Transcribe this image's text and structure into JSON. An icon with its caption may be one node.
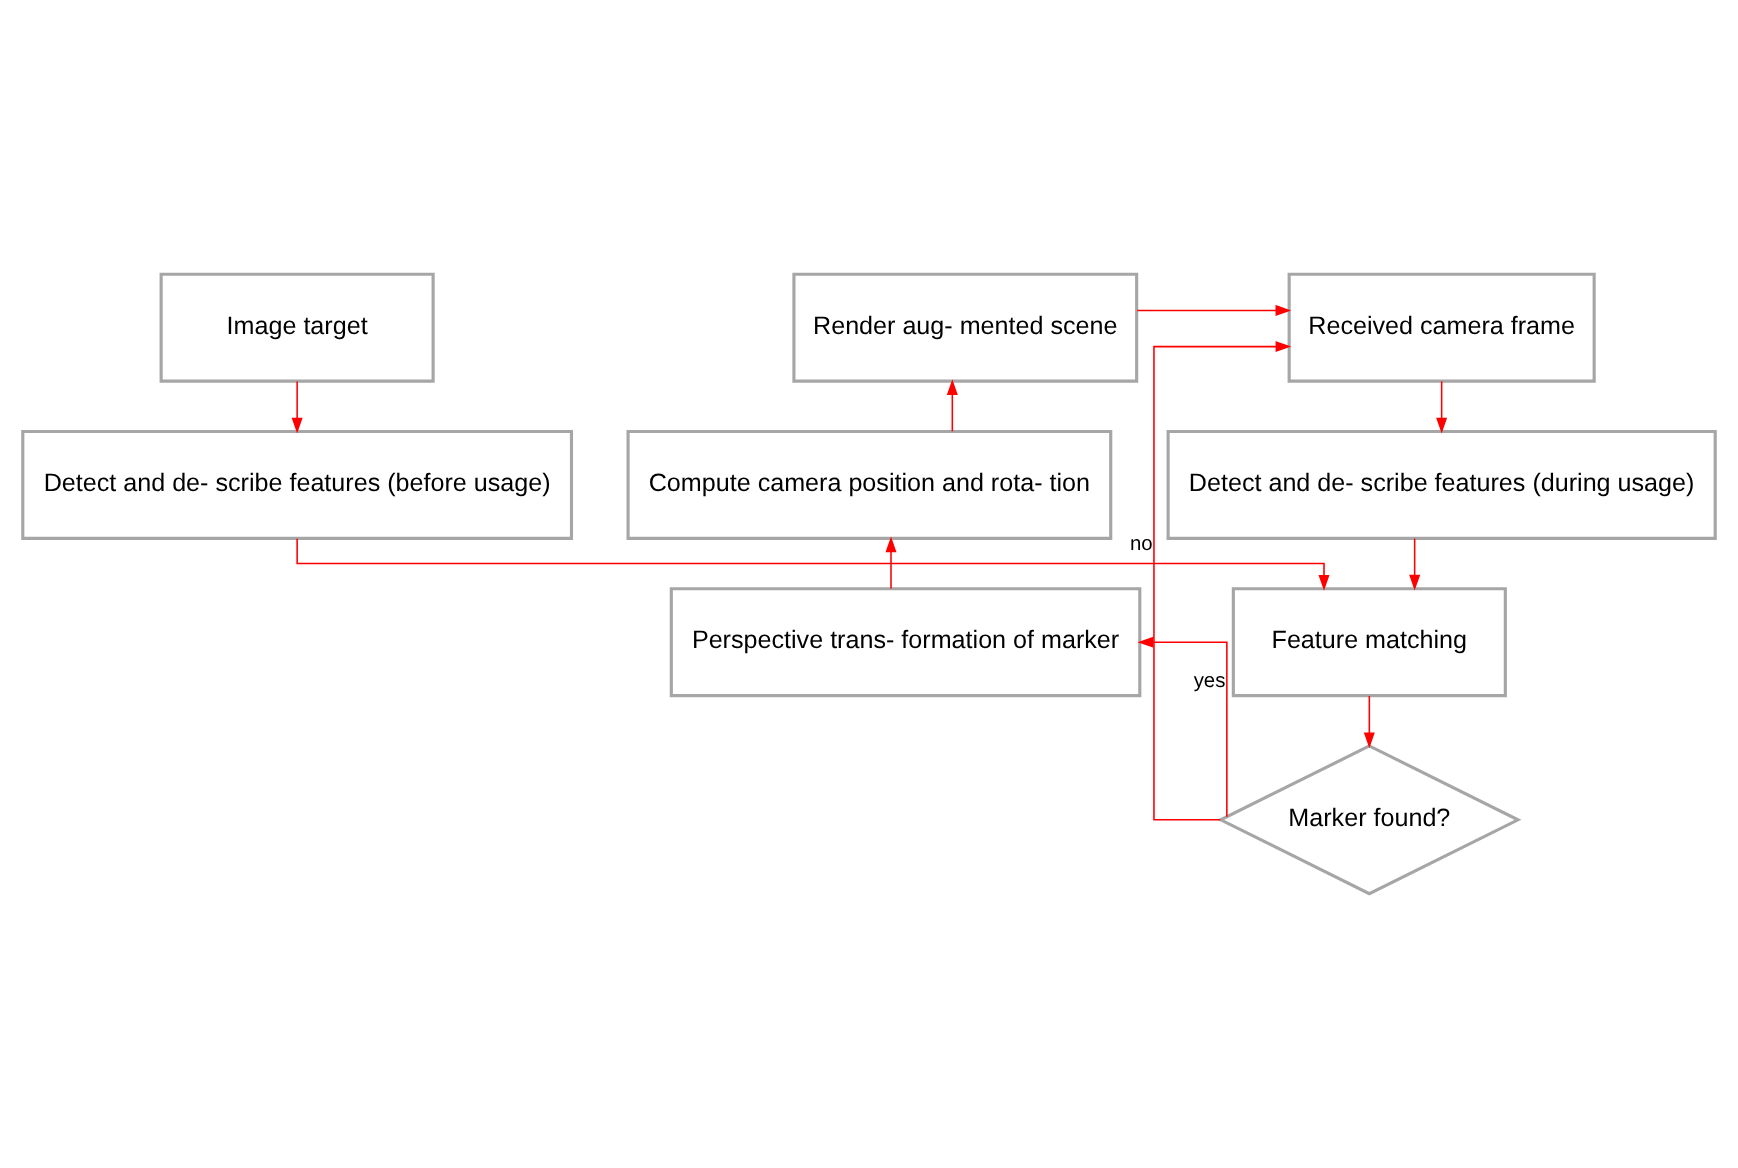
{
  "diagram": {
    "nodes": [
      {
        "text": [
          "Image target"
        ]
      },
      {
        "text": [
          "Received camera frame"
        ]
      },
      {
        "text": [
          "Render aug- mented scene"
        ]
      },
      {
        "text": [
          "Detect and de- scribe features (before usage)"
        ]
      },
      {
        "text": [
          "Detect and de- scribe features (during usage)"
        ]
      },
      {
        "text": [
          "Compute camera position and rota- tion"
        ]
      },
      {
        "text": [
          "Feature matching"
        ]
      },
      {
        "text": [
          "Perspective trans- formation of marker"
        ]
      },
      {
        "text": [
          "Marker found?"
        ]
      }
    ],
    "edges": [
      {
        "from": 0,
        "to": 3,
        "arrow": "to"
      },
      {
        "from": 3,
        "to": 6,
        "arrow": "to"
      },
      {
        "from": 1,
        "to": 4,
        "arrow": "to"
      },
      {
        "from": 4,
        "to": 6,
        "arrow": "to"
      },
      {
        "from": 6,
        "to": 8,
        "arrow": "to"
      },
      {
        "from": 8,
        "to": 1,
        "arrow": "to",
        "label": "no"
      },
      {
        "from": 8,
        "to": 7,
        "arrow": "to",
        "label": "yes"
      },
      {
        "from": 7,
        "to": 5,
        "arrow": "to"
      },
      {
        "from": 5,
        "to": 2,
        "arrow": "to"
      },
      {
        "from": 2,
        "to": 1,
        "arrow": "to"
      }
    ]
  }
}
